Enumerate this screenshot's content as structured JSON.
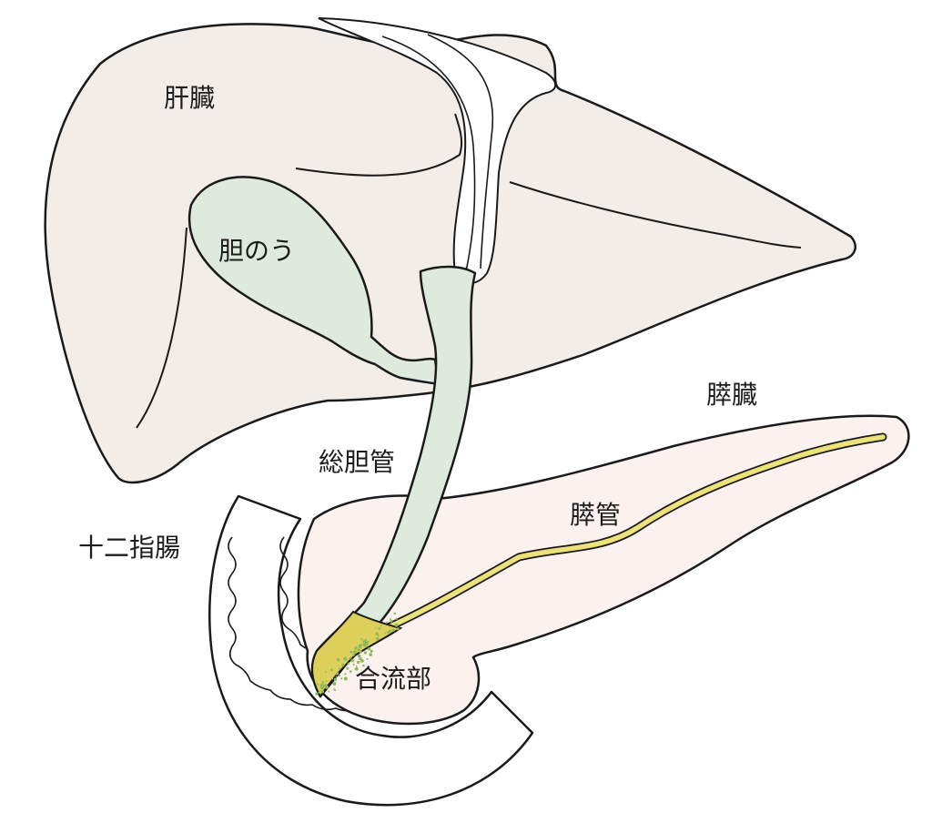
{
  "labels": {
    "liver": "肝臓",
    "gallbladder": "胆のう",
    "pancreas": "膵臓",
    "common_bile_duct": "総胆管",
    "pancreatic_duct": "膵管",
    "duodenum": "十二指腸",
    "junction": "合流部"
  },
  "colors": {
    "outline": "#1a1a1a",
    "liver_fill": "#f2ede9",
    "gallbladder_fill": "#dfeadf",
    "pancreas_fill": "#fbf1ee",
    "duodenum_fill": "#ffffff",
    "pancreatic_duct_fill": "#ece27a",
    "junction_fill": "#dccf5a",
    "junction_dots": "#8fb95a"
  }
}
